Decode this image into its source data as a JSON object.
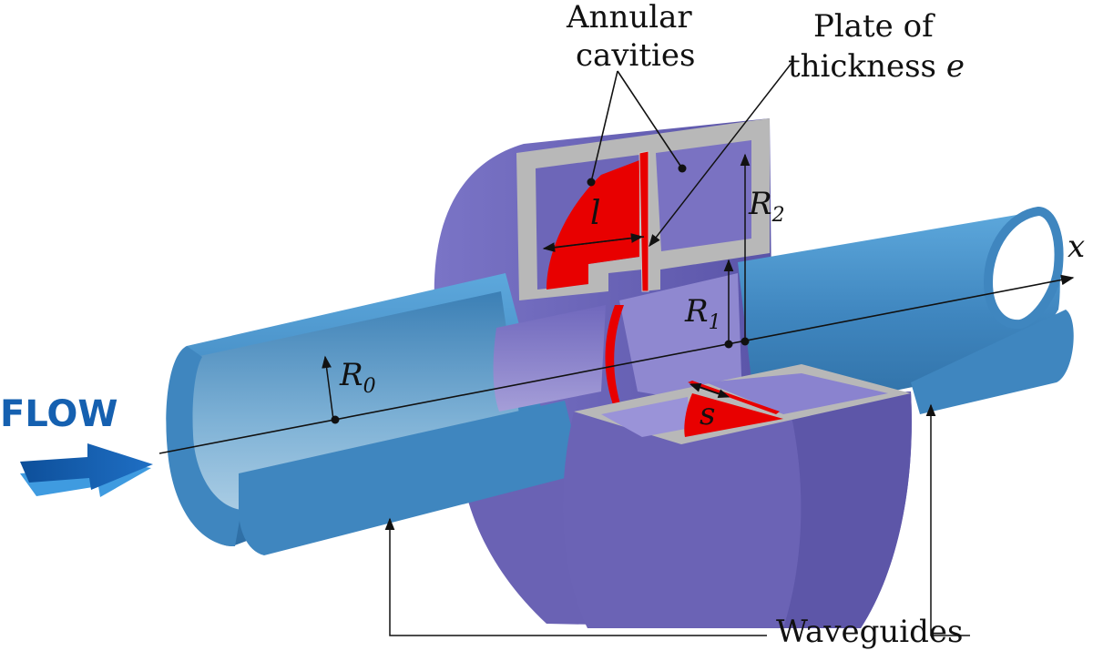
{
  "labels": {
    "flow": "FLOW",
    "annular_line1": "Annular",
    "annular_line2": "cavities",
    "plate_line1": "Plate of",
    "plate_line2": "thickness ",
    "plate_var": "e",
    "waveguides": "Waveguides",
    "x_axis": "x",
    "r0": "R",
    "r0_sub": "0",
    "r1": "R",
    "r1_sub": "1",
    "r2": "R",
    "r2_sub": "2",
    "l": "l",
    "s": "s"
  },
  "colors": {
    "pipe_blue": "#4f95c9",
    "pipe_inner": "#8cbad8",
    "cavity_purple": "#6b63b5",
    "wall_gray": "#b8b8b8",
    "red": "#e80000",
    "flow_arrow": "#1560b0"
  }
}
